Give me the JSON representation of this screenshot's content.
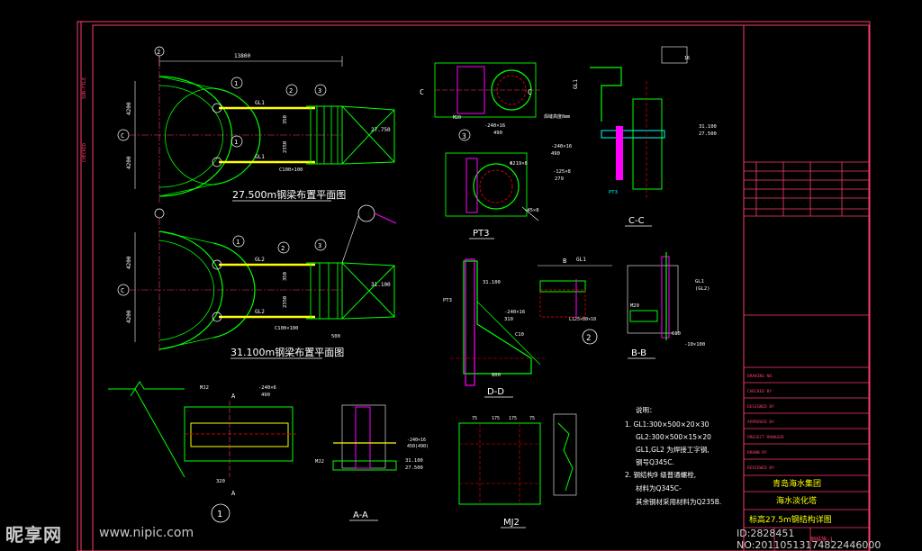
{
  "colors": {
    "frame": "#ff3b6b",
    "beam": "#ffff00",
    "structure": "#00ff00",
    "dimension": "#ffffff",
    "axis": "#ff3b6b",
    "accent": "#00ffff",
    "plate": "#ff00ff",
    "hidden": "#ff0000"
  },
  "plan_top": {
    "title": "27.500m钢梁布置平面图",
    "dim_total": "13800",
    "dim_left_top": "4200",
    "dim_left_bottom": "4200",
    "axis_label": "C",
    "beam_1": "GL1",
    "beam_2": "GL1",
    "dim_mid_1": "350",
    "dim_mid_2": "2350",
    "note": "C100×100",
    "top_axis": "2",
    "markers": [
      "1",
      "2",
      "3",
      "1"
    ],
    "right_label": "27.750"
  },
  "plan_bottom": {
    "title": "31.100m钢梁布置平面图",
    "dim_left_top": "4200",
    "dim_left_bottom": "4200",
    "axis_label": "C",
    "beam_1": "GL2",
    "beam_2": "GL2",
    "dim_mid_1": "350",
    "dim_mid_2": "2350",
    "note": "C100×100",
    "markers": [
      "1",
      "2",
      "3"
    ],
    "right_label": "31.100",
    "dim_500": "500"
  },
  "detail_3": {
    "label": "3",
    "section_left": "C",
    "section_right": "C",
    "plate": "-240×16",
    "plate_len": "490",
    "bolt": "M20"
  },
  "pt3": {
    "title": "PT3",
    "dim": "-45×8",
    "dim2": "Φ219×8"
  },
  "section_cc": {
    "title": "C-C",
    "label_gl": "GL1",
    "elev": "31.100",
    "elev2": "27.500",
    "plate": "-240×16",
    "plate_len": "490",
    "dim_c": "-125×8",
    "dim_c_len": "279",
    "pt": "PT3",
    "weld": "焊缝高度8mm",
    "dim_top": "16"
  },
  "section_dd": {
    "title": "D-D",
    "elev": "31.100",
    "pt": "PT3",
    "plate": "-240×16",
    "dim_310": "310",
    "c": "C10",
    "dim_800": "800"
  },
  "detail_2": {
    "label": "2",
    "gl": "GL1",
    "angle": "L125×80×10",
    "label_b": "B"
  },
  "section_bb": {
    "title": "B-B",
    "gl": "GL1",
    "gl2": "(GL2)",
    "c": "C10",
    "dim": "-10×100",
    "m": "M20"
  },
  "notes": {
    "header": "说明：",
    "line1": "1. GL1:300×500×20×30",
    "line2": "GL2:300×500×15×20",
    "line3": "GL1,GL2  为焊接工字钢,",
    "line4": "钢号Q345C.",
    "line5": "2. 钢结构9   级普通螺栓,",
    "line6": "材料为Q345C-",
    "line7": "其余钢材采用材料为Q235B."
  },
  "detail_1": {
    "label": "1",
    "m": "MJ2",
    "plate": "-240×6",
    "plate_len": "490",
    "section": "A",
    "dim": "320"
  },
  "section_aa": {
    "title": "A-A",
    "elev": "31.100",
    "elev2": "27.500",
    "m": "MJ2",
    "plate": "-240×16",
    "plate_len": "450(490)"
  },
  "mj2": {
    "title": "MJ2",
    "dims": [
      "75",
      "175",
      "175",
      "75"
    ]
  },
  "title_block": {
    "company": "青岛海水集团",
    "project": "海水淡化塔",
    "drawing": "标高27.5m钢结构详图",
    "code": "钢结施-1"
  },
  "watermark": {
    "brand": "昵享网",
    "url": "www.nipic.com",
    "id": "ID:2828451 NO:20110513174822446000"
  }
}
